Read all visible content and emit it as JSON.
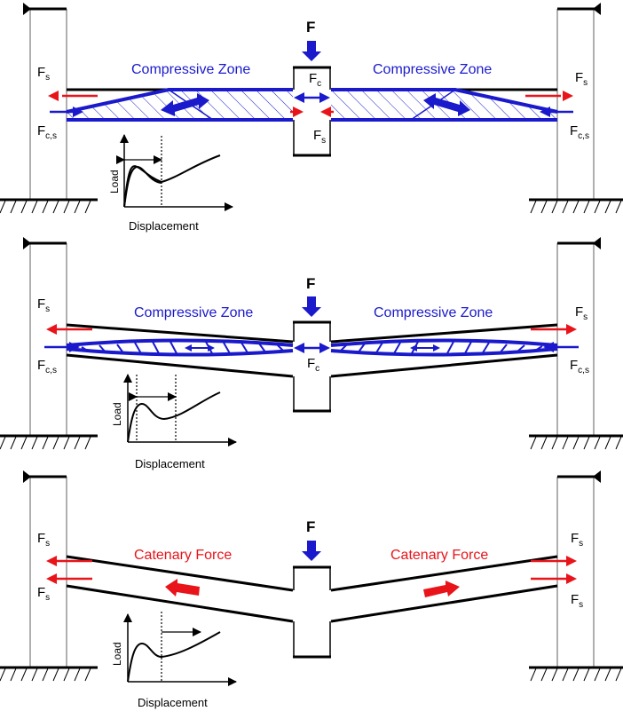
{
  "colors": {
    "compressive": "#1a1acc",
    "catenary": "#e8141a",
    "structure": "#000000",
    "column_outline": "#7a7a7a"
  },
  "panels": [
    {
      "stage": "compressive-arch",
      "force_label": "F",
      "zone_left": "Compressive Zone",
      "zone_right": "Compressive Zone",
      "left_top_label": "F",
      "left_top_sub": "s",
      "left_bottom_label": "F",
      "left_bottom_sub": "c,s",
      "right_top_label": "F",
      "right_top_sub": "s",
      "right_bottom_label": "F",
      "right_bottom_sub": "c,s",
      "center_top_label": "F",
      "center_top_sub": "c",
      "center_bottom_label": "F",
      "center_bottom_sub": "s",
      "graph_x_label": "Displacement",
      "graph_y_label": "Load"
    },
    {
      "stage": "snap-through",
      "force_label": "F",
      "zone_left": "Compressive Zone",
      "zone_right": "Compressive Zone",
      "left_top_label": "F",
      "left_top_sub": "s",
      "left_bottom_label": "F",
      "left_bottom_sub": "c,s",
      "right_top_label": "F",
      "right_top_sub": "s",
      "right_bottom_label": "F",
      "right_bottom_sub": "c,s",
      "center_bottom_label": "F",
      "center_bottom_sub": "c",
      "graph_x_label": "Displacement",
      "graph_y_label": "Load"
    },
    {
      "stage": "catenary",
      "force_label": "F",
      "zone_left": "Catenary Force",
      "zone_right": "Catenary Force",
      "left_top_label": "F",
      "left_top_sub": "s",
      "left_bottom_label": "F",
      "left_bottom_sub": "s",
      "right_top_label": "F",
      "right_top_sub": "s",
      "right_bottom_label": "F",
      "right_bottom_sub": "s",
      "graph_x_label": "Displacement",
      "graph_y_label": "Load"
    }
  ]
}
